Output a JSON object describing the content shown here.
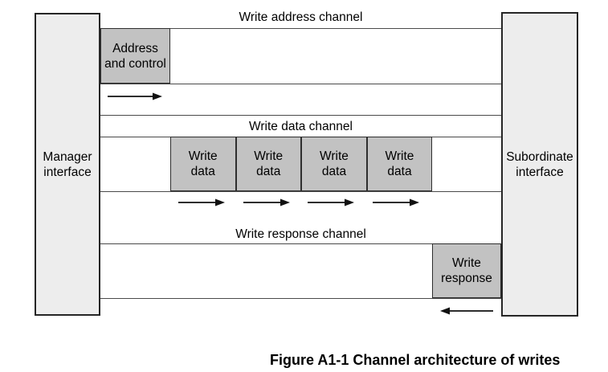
{
  "colors": {
    "background": "#ffffff",
    "interface_box_fill": "#ededed",
    "payload_box_fill": "#c2c2c2",
    "box_border": "#262626",
    "channel_line": "#4a4a4a",
    "arrow": "#111111",
    "text": "#000000"
  },
  "interfaces": {
    "manager": {
      "line1": "Manager",
      "line2": "interface"
    },
    "subordinate": {
      "line1": "Subordinate",
      "line2": "interface"
    }
  },
  "channels": [
    {
      "label": "Write address channel",
      "direction": "right",
      "payloads": [
        {
          "line1": "Address",
          "line2": "and control"
        }
      ]
    },
    {
      "label": "Write data channel",
      "direction": "right",
      "payloads": [
        {
          "line1": "Write",
          "line2": "data"
        },
        {
          "line1": "Write",
          "line2": "data"
        },
        {
          "line1": "Write",
          "line2": "data"
        },
        {
          "line1": "Write",
          "line2": "data"
        }
      ]
    },
    {
      "label": "Write response channel",
      "direction": "left",
      "payloads": [
        {
          "line1": "Write",
          "line2": "response"
        }
      ]
    }
  ],
  "caption": "Figure A1-1 Channel architecture of writes"
}
